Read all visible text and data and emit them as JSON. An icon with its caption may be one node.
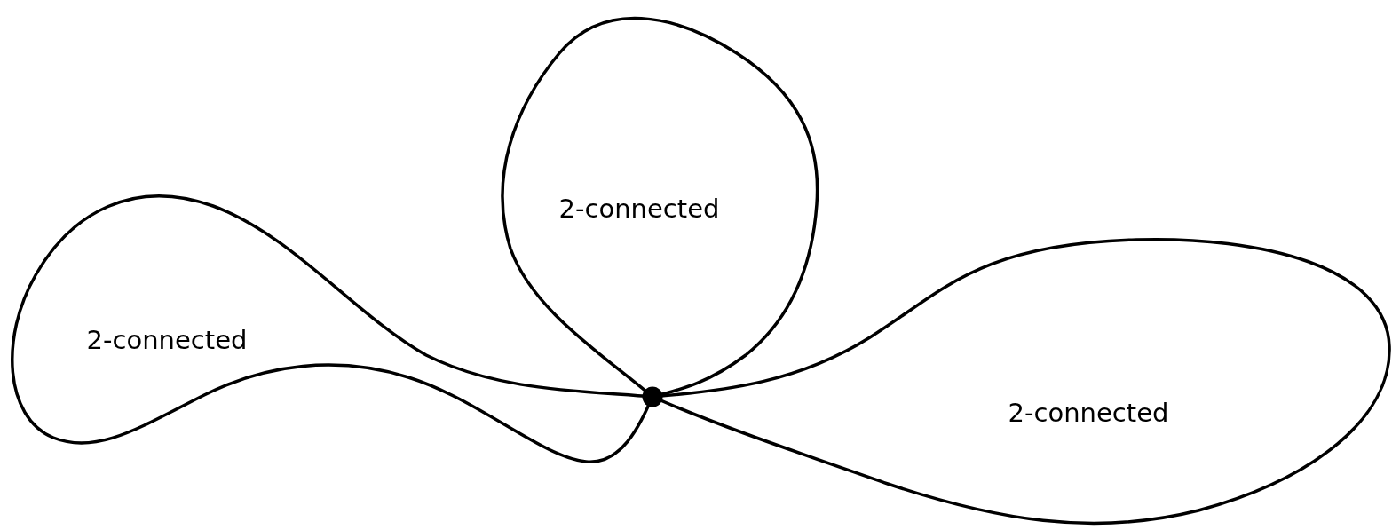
{
  "diagram": {
    "nodes": [
      {
        "text": [
          "2-connected"
        ]
      },
      {
        "text": [
          "2-connected"
        ]
      },
      {
        "text": [
          "2-connected"
        ]
      },
      {
        "text": [],
        "shape": "circle"
      }
    ]
  }
}
